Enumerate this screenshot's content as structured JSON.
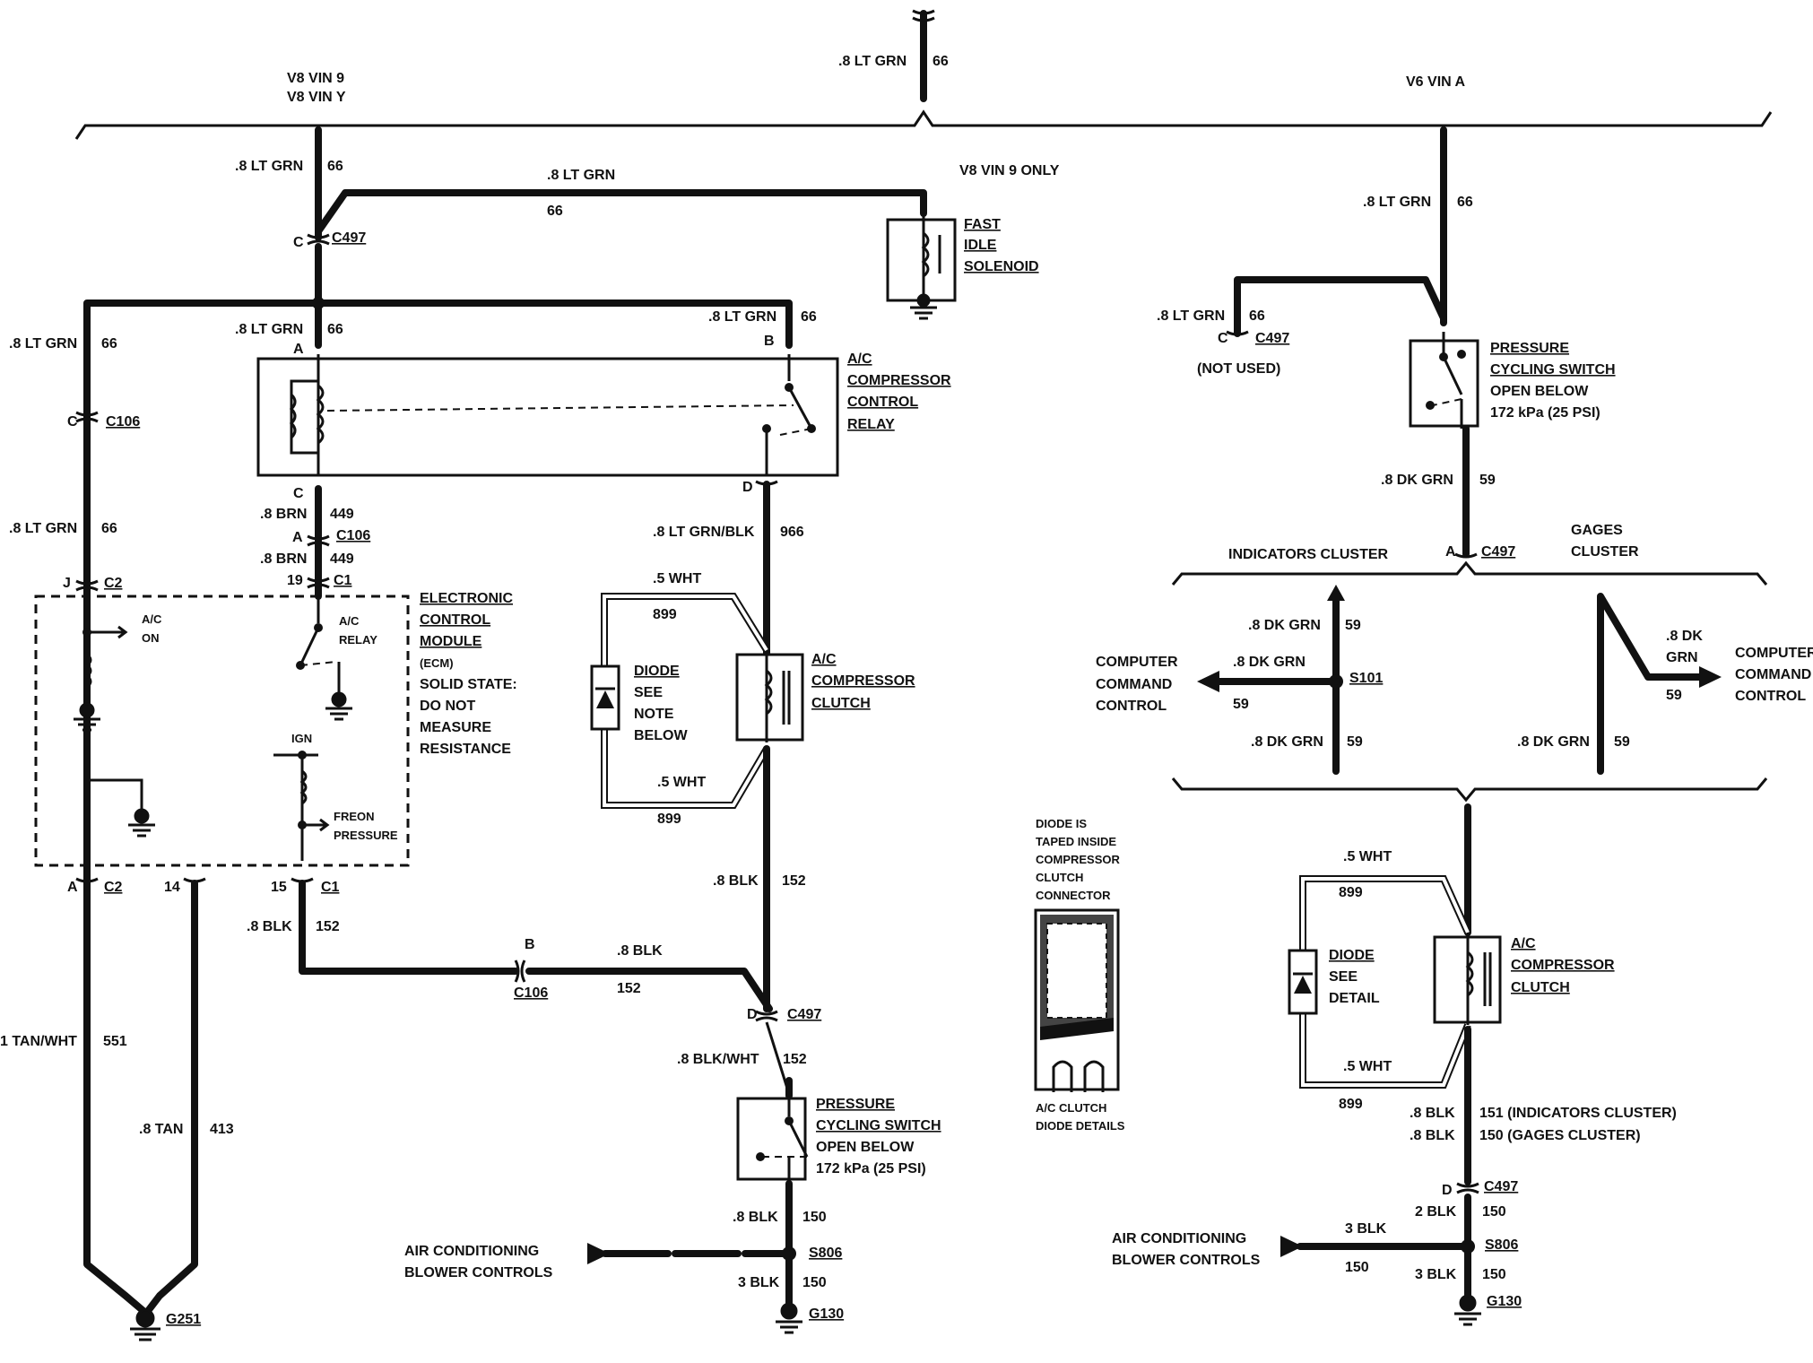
{
  "top": {
    "feed_wire": ".8 LT GRN",
    "feed_circuit": "66",
    "v8_label_1": "V8 VIN 9",
    "v8_label_2": "V8 VIN Y",
    "v6_label": "V6 VIN A"
  },
  "v8": {
    "main_wire": ".8 LT GRN",
    "main_circuit": "66",
    "c497_pin": "C",
    "c497_name": "C497",
    "idle_branch_wire": ".8 LT GRN",
    "idle_branch_circuit": "66",
    "vin9_only": "V8 VIN 9 ONLY",
    "fast_idle": [
      "FAST",
      "IDLE",
      "SOLENOID"
    ],
    "relay_feed_wire": ".8 LT GRN",
    "relay_feed_circuit": "66",
    "relay_pin_a": "A",
    "relay_pin_b": "B",
    "relay_b_wire": ".8 LT GRN",
    "relay_b_circuit": "66",
    "left_wire": ".8 LT GRN",
    "left_circuit": "66",
    "c106_pin_c": "C",
    "c106_name": "C106",
    "left_wire_2": ".8 LT GRN",
    "left_circuit_2": "66",
    "relay_title": [
      "A/C",
      "COMPRESSOR",
      "CONTROL",
      "RELAY"
    ],
    "relay_pin_c": "C",
    "relay_pin_d": "D",
    "brn_wire_1": ".8 BRN",
    "brn_circuit_1": "449",
    "c106_pin_a": "A",
    "c106_name_2": "C106",
    "brn_wire_2": ".8 BRN",
    "brn_circuit_2": "449",
    "ecm_pin_19": "19",
    "ecm_c1": "C1",
    "ecm_pin_j": "J",
    "ecm_c2": "C2",
    "ecm_title": [
      "ELECTRONIC",
      "CONTROL",
      "MODULE"
    ],
    "ecm_note": [
      "(ECM)",
      "SOLID STATE:",
      "DO NOT",
      "MEASURE",
      "RESISTANCE"
    ],
    "ecm_ac_on": [
      "A/C",
      "ON"
    ],
    "ecm_ac_relay": [
      "A/C",
      "RELAY"
    ],
    "ecm_ign": "IGN",
    "ecm_freon": [
      "FREON",
      "PRESSURE"
    ],
    "ecm_pin_a": "A",
    "ecm_c2_b": "C2",
    "ecm_pin_14": "14",
    "ecm_pin_15": "15",
    "ecm_c1_b": "C1",
    "blk_wire_1": ".8 BLK",
    "blk_circuit_1": "152",
    "tanwht_wire": "1 TAN/WHT",
    "tanwht_circuit": "551",
    "tan_wire": ".8 TAN",
    "tan_circuit": "413",
    "g251": "G251",
    "c106_pin_b": "B",
    "c106_name_3": "C106",
    "blk_wire_2": ".8 BLK",
    "blk_circuit_2": "152",
    "relay_out_wire": ".8 LT GRN/BLK",
    "relay_out_circuit": "966",
    "wht_wire_top": ".5 WHT",
    "wht_circuit_top": "899",
    "wht_wire_bot": ".5 WHT",
    "wht_circuit_bot": "899",
    "diode": [
      "DIODE",
      "SEE",
      "NOTE",
      "BELOW"
    ],
    "clutch": [
      "A/C",
      "COMPRESSOR",
      "CLUTCH"
    ],
    "clutch_out_wire": ".8 BLK",
    "clutch_out_circuit": "152",
    "c497_pin_d": "D",
    "c497_name_2": "C497",
    "blkwht_wire": ".8 BLK/WHT",
    "blkwht_circuit": "152",
    "pcs": [
      "PRESSURE",
      "CYCLING SWITCH",
      "OPEN BELOW",
      "172 kPa (25 PSI)"
    ],
    "pcs_out_wire": ".8 BLK",
    "pcs_out_circuit": "150",
    "blower": [
      "AIR CONDITIONING",
      "BLOWER CONTROLS"
    ],
    "s806": "S806",
    "gnd_wire": "3 BLK",
    "gnd_circuit": "150",
    "g130": "G130"
  },
  "diode_detail": {
    "note": [
      "DIODE IS",
      "TAPED INSIDE",
      "COMPRESSOR",
      "CLUTCH",
      "CONNECTOR"
    ],
    "caption": [
      "A/C CLUTCH",
      "DIODE DETAILS"
    ]
  },
  "v6": {
    "main_wire": ".8 LT GRN",
    "main_circuit": "66",
    "unused_wire": ".8 LT GRN",
    "unused_circuit": "66",
    "c497_pin_c": "C",
    "c497_name": "C497",
    "not_used": "(NOT USED)",
    "pcs": [
      "PRESSURE",
      "CYCLING SWITCH",
      "OPEN BELOW",
      "172 kPa (25 PSI)"
    ],
    "dkgrn_wire": ".8 DK GRN",
    "dkgrn_circuit": "59",
    "c497_pin_a": "A",
    "c497_name_2": "C497",
    "indicators_cluster": "INDICATORS CLUSTER",
    "gages_cluster": [
      "GAGES",
      "CLUSTER"
    ],
    "ind_up_wire": ".8 DK GRN",
    "ind_up_circuit": "59",
    "ind_left_wire": ".8 DK GRN",
    "ind_left_circuit": "59",
    "s101": "S101",
    "ind_down_wire": ".8 DK GRN",
    "ind_down_circuit": "59",
    "computer_1": [
      "COMPUTER",
      "COMMAND",
      "CONTROL"
    ],
    "gage_wire_1": ".8 DK",
    "gage_wire_2": "GRN",
    "gage_circuit": "59",
    "computer_2": [
      "COMPUTER",
      "COMMAND",
      "CONTROL"
    ],
    "gage_down_wire": ".8 DK GRN",
    "gage_down_circuit": "59",
    "wht_wire_top": ".5 WHT",
    "wht_circuit_top": "899",
    "wht_wire_bot": ".5 WHT",
    "wht_circuit_bot": "899",
    "diode": [
      "DIODE",
      "SEE",
      "DETAIL"
    ],
    "clutch": [
      "A/C",
      "COMPRESSOR",
      "CLUTCH"
    ],
    "blk_wire_1": ".8 BLK",
    "blk_wire_2": ".8 BLK",
    "circuit_151": "151 (INDICATORS CLUSTER)",
    "circuit_150": "150 (GAGES CLUSTER)",
    "c497_pin_d": "D",
    "c497_name_3": "C497",
    "blk2_wire": "2 BLK",
    "blk2_circuit": "150",
    "blower": [
      "AIR CONDITIONING",
      "BLOWER CONTROLS"
    ],
    "blower_wire": "3 BLK",
    "blower_circuit": "150",
    "s806": "S806",
    "gnd_wire": "3 BLK",
    "gnd_circuit": "150",
    "g130": "G130"
  }
}
